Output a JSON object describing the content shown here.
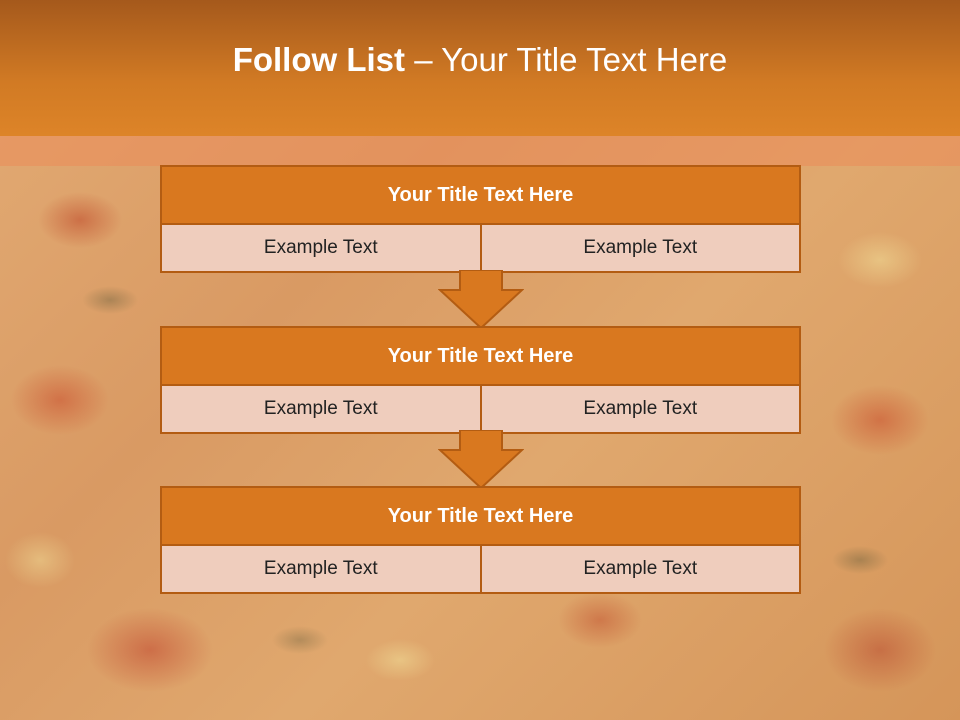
{
  "slide": {
    "title_bold": "Follow List",
    "title_rest": " – Your Title Text Here"
  },
  "blocks": [
    {
      "title": "Your Title Text Here",
      "left": "Example Text",
      "right": "Example Text"
    },
    {
      "title": "Your Title Text Here",
      "left": "Example Text",
      "right": "Example Text"
    },
    {
      "title": "Your Title Text Here",
      "left": "Example Text",
      "right": "Example Text"
    }
  ],
  "colors": {
    "header": "#d17a24",
    "block_title": "#d9781f",
    "block_border": "#b35c12",
    "cell": "#efcdbd",
    "arrow": "#d9781f"
  }
}
